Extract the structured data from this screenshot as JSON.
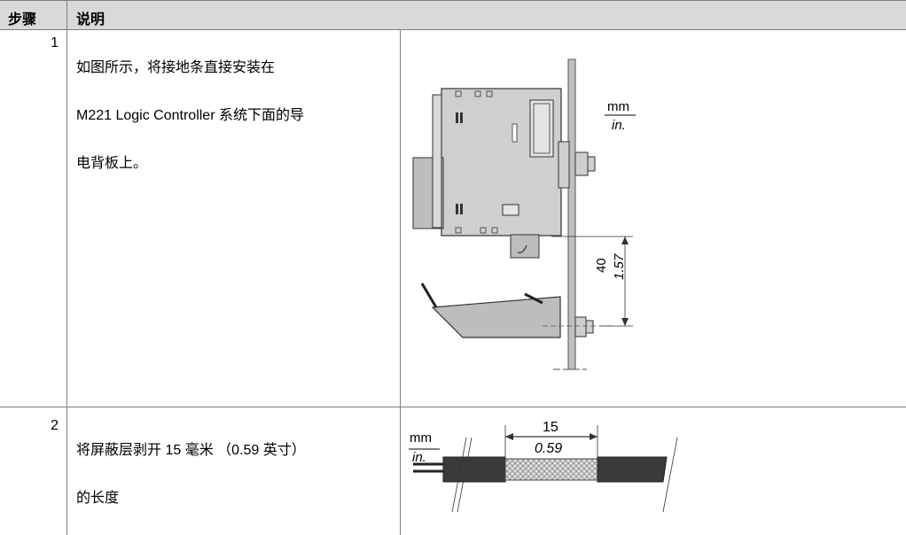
{
  "header": {
    "step_label": "步骤",
    "desc_label": "说明"
  },
  "rows": [
    {
      "step": "1",
      "description_lines": [
        "如图所示，将接地条直接安装在",
        "M221 Logic Controller 系统下面的导",
        "电背板上。"
      ],
      "figure": {
        "unit_mm": "mm",
        "unit_in": "in.",
        "dim_mm": "40",
        "dim_in": "1.57"
      }
    },
    {
      "step": "2",
      "description_lines": [
        "将屏蔽层剥开 15 毫米 （0.59 英寸）",
        "的长度"
      ],
      "figure": {
        "unit_mm": "mm",
        "unit_in": "in.",
        "dim_mm": "15",
        "dim_in": "0.59"
      }
    }
  ]
}
